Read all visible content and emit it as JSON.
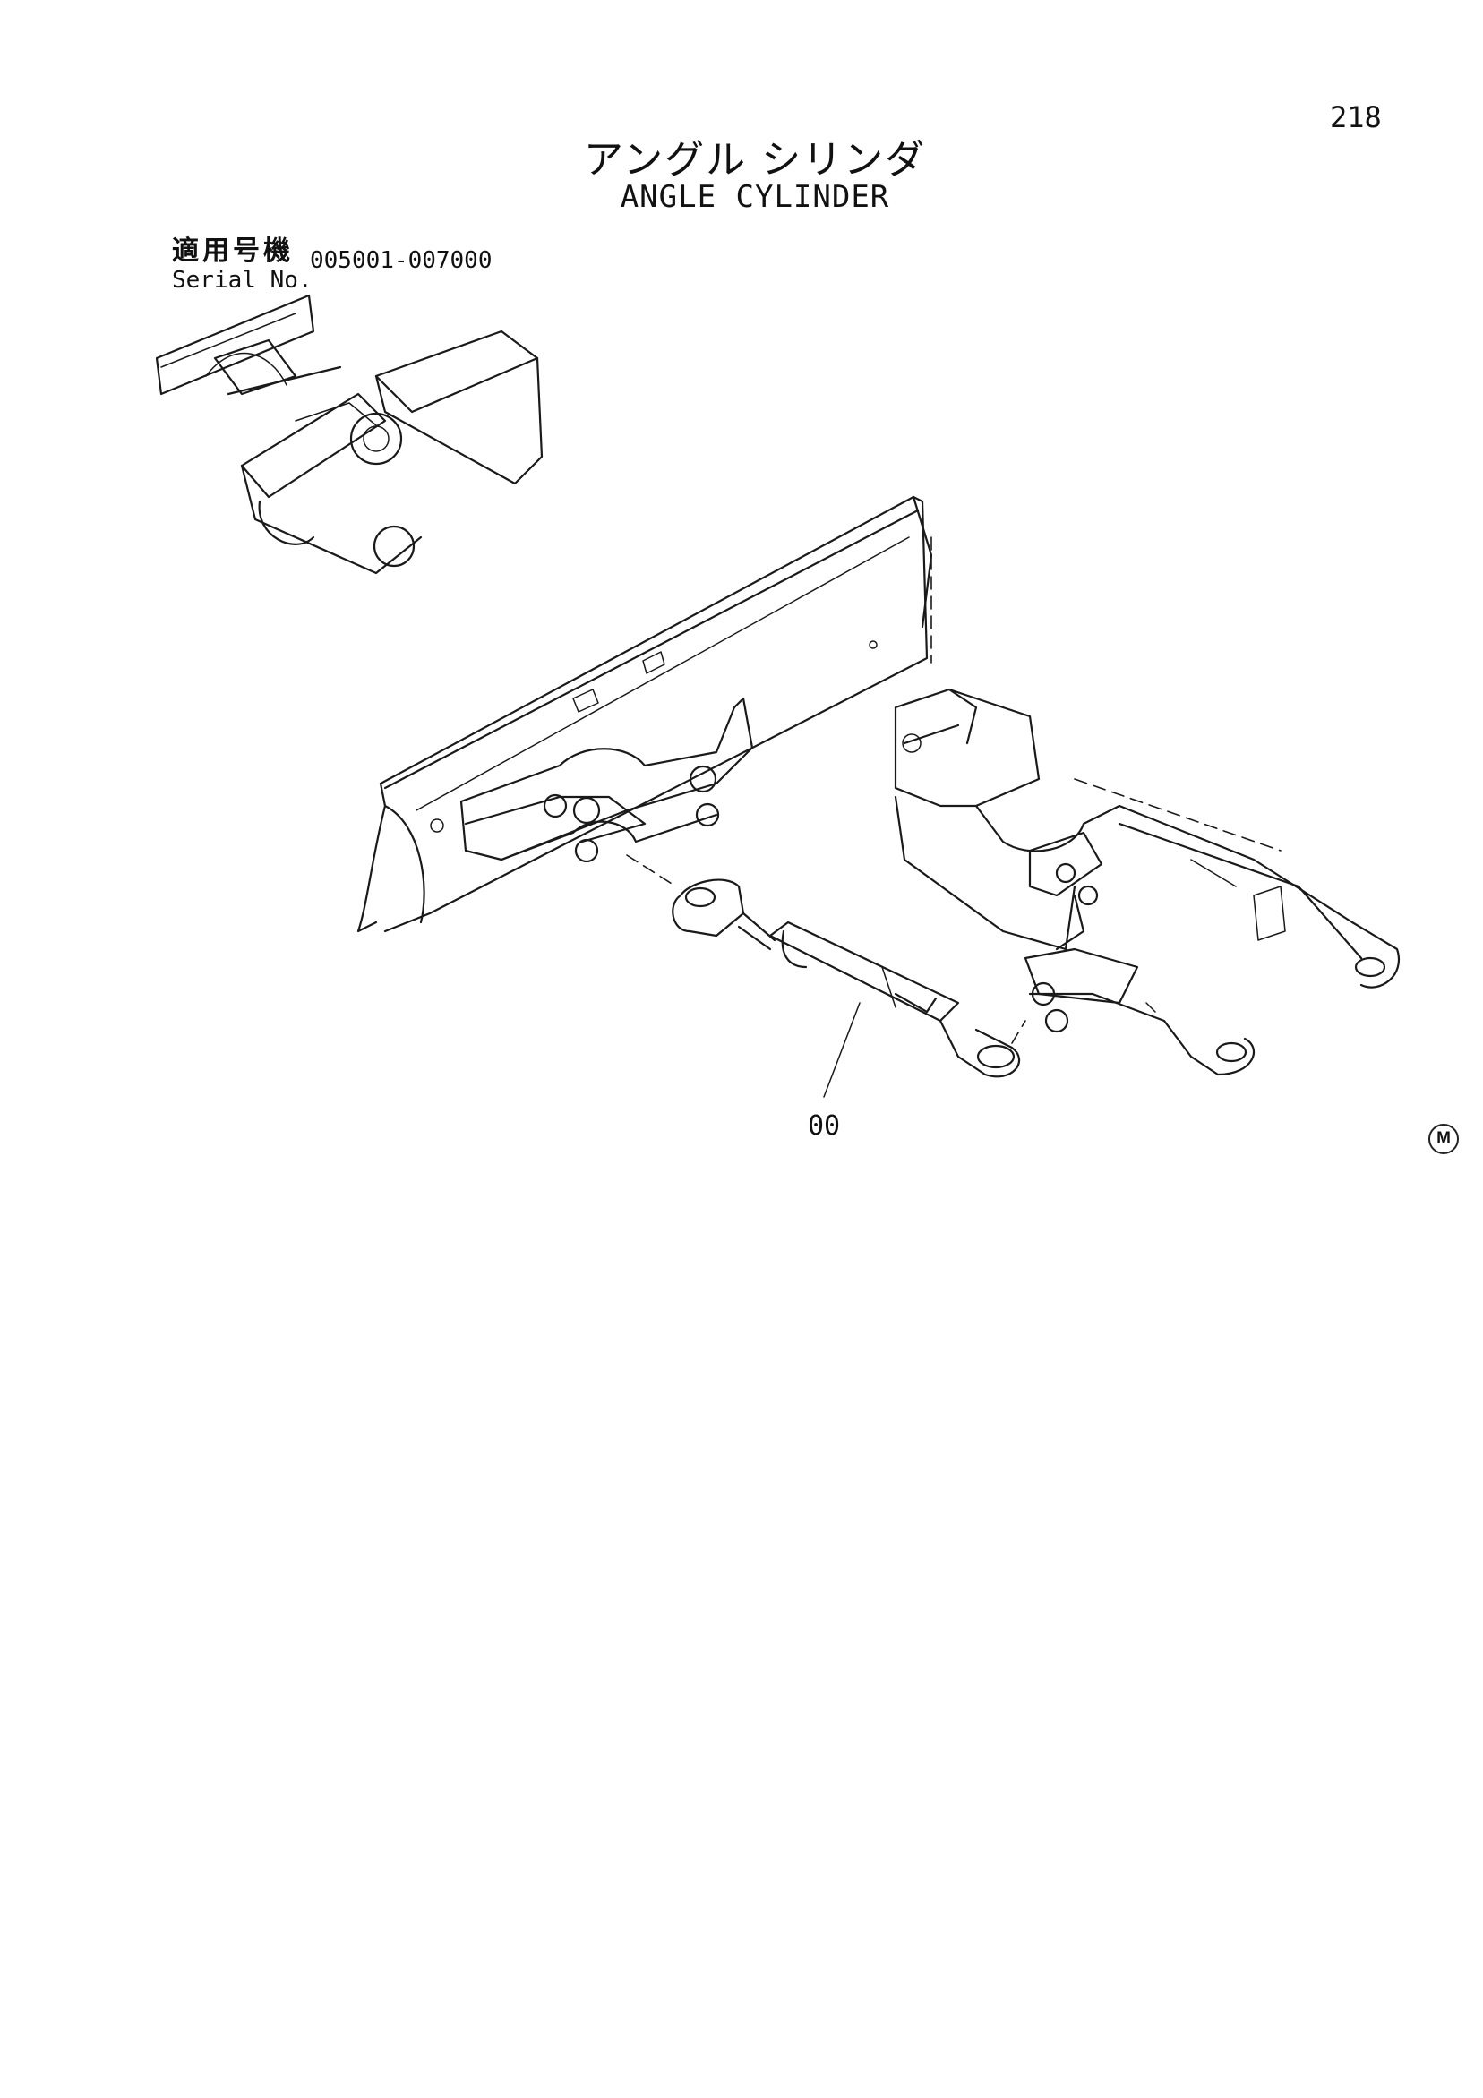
{
  "page": {
    "number": "218",
    "title_jp": "アングル シリンダ",
    "title_en": "ANGLE CYLINDER"
  },
  "serial": {
    "label_jp": "適用号機",
    "label_en": "Serial No.",
    "range": "005001-007000"
  },
  "diagram": {
    "callouts": [
      "00"
    ],
    "mark": "M"
  }
}
